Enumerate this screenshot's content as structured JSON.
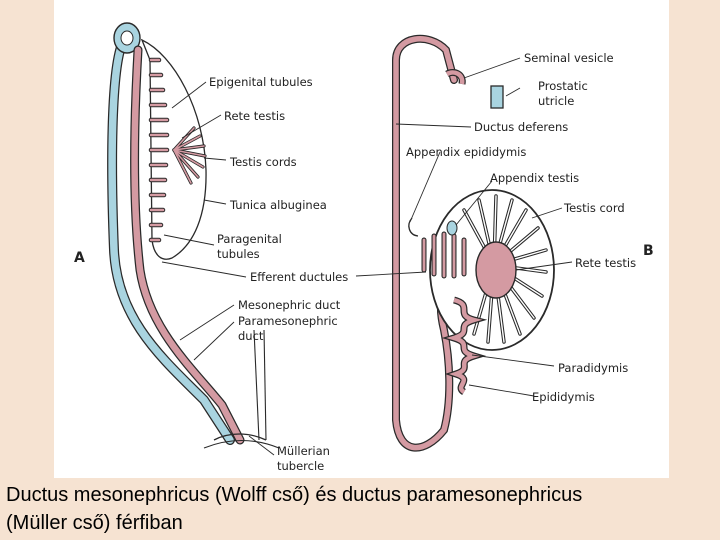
{
  "figure": {
    "panel_a_letter": "A",
    "panel_b_letter": "B",
    "labels_a": {
      "epigenital_tubules": "Epigenital tubules",
      "rete_testis": "Rete testis",
      "testis_cords": "Testis cords",
      "tunica_albuginea": "Tunica albuginea",
      "paragenital_tubules_1": "Paragenital",
      "paragenital_tubules_2": "tubules",
      "efferent_ductules": "Efferent ductules",
      "mesonephric_duct": "Mesonephric duct",
      "paramesonephric_duct_1": "Paramesonephric",
      "paramesonephric_duct_2": "duct",
      "mullerian_tubercle_1": "Müllerian",
      "mullerian_tubercle_2": "tubercle"
    },
    "labels_b": {
      "seminal_vesicle": "Seminal vesicle",
      "prostatic_utricle_1": "Prostatic",
      "prostatic_utricle_2": "utricle",
      "ductus_deferens": "Ductus deferens",
      "appendix_epididymis": "Appendix epididymis",
      "appendix_testis": "Appendix testis",
      "testis_cord": "Testis cord",
      "rete_testis": "Rete testis",
      "paradidymis": "Paradidymis",
      "epididymis": "Epididymis"
    },
    "colors": {
      "mesonephric": "#d49aa2",
      "paramesonephric": "#a9d4e0",
      "outline": "#2a2a2a",
      "background": "#f6e3d2"
    }
  },
  "caption": {
    "line1": "Ductus mesonephricus (Wolff cső) és ductus paramesonephricus",
    "line2": "(Müller cső) férfiban"
  }
}
